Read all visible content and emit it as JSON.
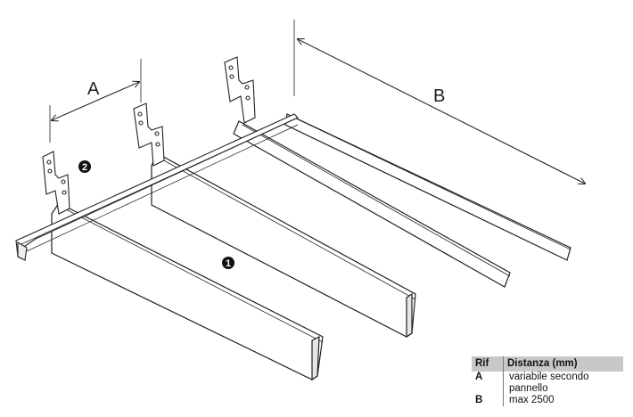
{
  "dimensions": {
    "a_label": "A",
    "b_label": "B"
  },
  "callouts": [
    {
      "number": "1"
    },
    {
      "number": "2"
    }
  ],
  "legend": {
    "header": {
      "ref": "Rif",
      "distance": "Distanza (mm)"
    },
    "rows": [
      {
        "ref": "A",
        "value": "variabile secondo pannello"
      },
      {
        "ref": "B",
        "value": "max 2500"
      }
    ]
  }
}
